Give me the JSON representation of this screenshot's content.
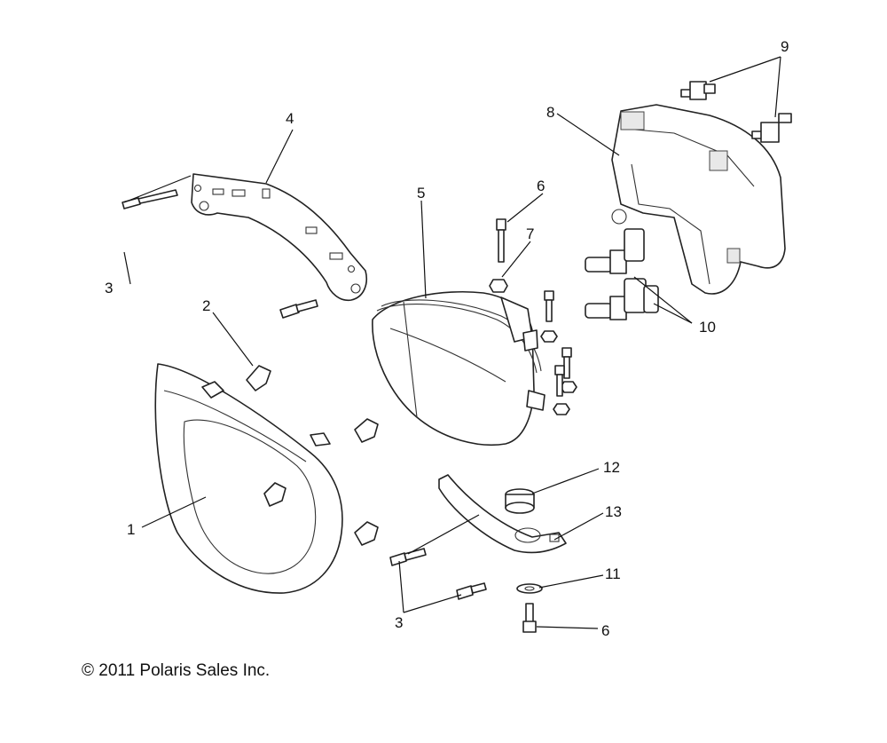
{
  "callouts": {
    "c1": "1",
    "c2": "2",
    "c3a": "3",
    "c3b": "3",
    "c4": "4",
    "c5": "5",
    "c6a": "6",
    "c6b": "6",
    "c7": "7",
    "c8": "8",
    "c9": "9",
    "c10": "10",
    "c11": "11",
    "c12": "12",
    "c13": "13"
  },
  "copyright": "© 2011 Polaris Sales Inc."
}
